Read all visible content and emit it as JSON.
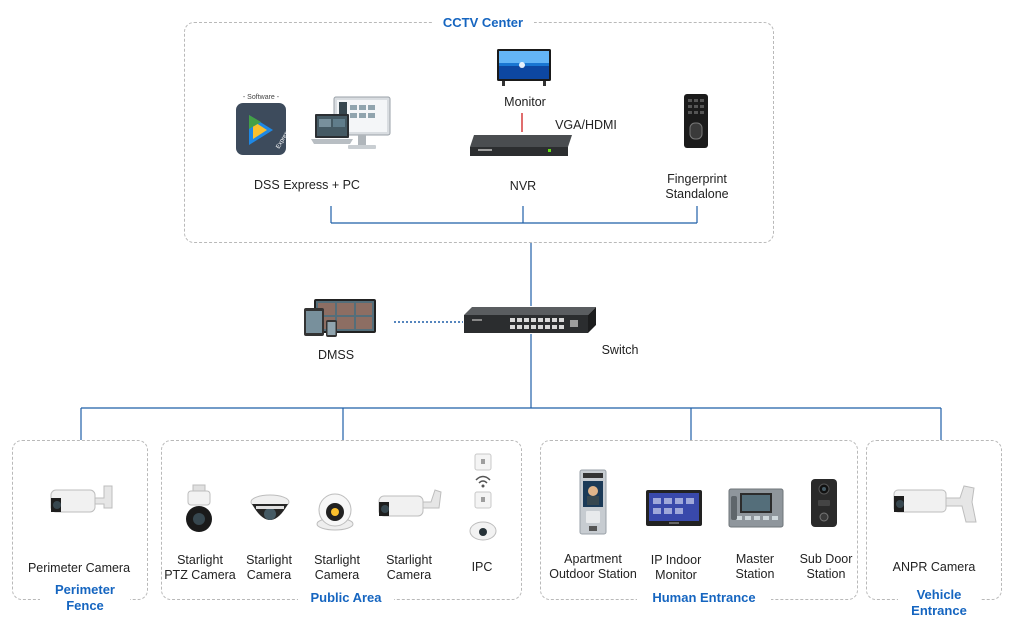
{
  "center": {
    "title": "CCTV Center",
    "dss_label": "DSS Express + PC",
    "software_tag": "- Software -",
    "express_tag": "Express",
    "monitor_label": "Monitor",
    "vga_label": "VGA/HDMI",
    "nvr_label": "NVR",
    "fp_label_1": "Fingerprint",
    "fp_label_2": "Standalone"
  },
  "core": {
    "dmss_label": "DMSS",
    "switch_label": "Switch"
  },
  "perimeter": {
    "title_1": "Perimeter",
    "title_2": "Fence",
    "cam_label": "Perimeter Camera"
  },
  "public_area": {
    "title": "Public Area",
    "devices": [
      {
        "l1": "Starlight",
        "l2": "PTZ Camera"
      },
      {
        "l1": "Starlight",
        "l2": "Camera"
      },
      {
        "l1": "Starlight",
        "l2": "Camera"
      },
      {
        "l1": "Starlight",
        "l2": "Camera"
      },
      {
        "l1": "IPC",
        "l2": ""
      }
    ]
  },
  "human": {
    "title": "Human Entrance",
    "devices": [
      {
        "l1": "Apartment",
        "l2": "Outdoor Station"
      },
      {
        "l1": "IP Indoor",
        "l2": "Monitor"
      },
      {
        "l1": "Master",
        "l2": "Station"
      },
      {
        "l1": "Sub Door",
        "l2": "Station"
      }
    ]
  },
  "vehicle": {
    "title_1": "Vehicle",
    "title_2": "Entrance",
    "cam_label": "ANPR Camera"
  },
  "colors": {
    "link_line": "#1f5fa8",
    "hdmi_line": "#d32f2f",
    "title_blue": "#1565c0",
    "group_border": "#b9b9b9"
  }
}
